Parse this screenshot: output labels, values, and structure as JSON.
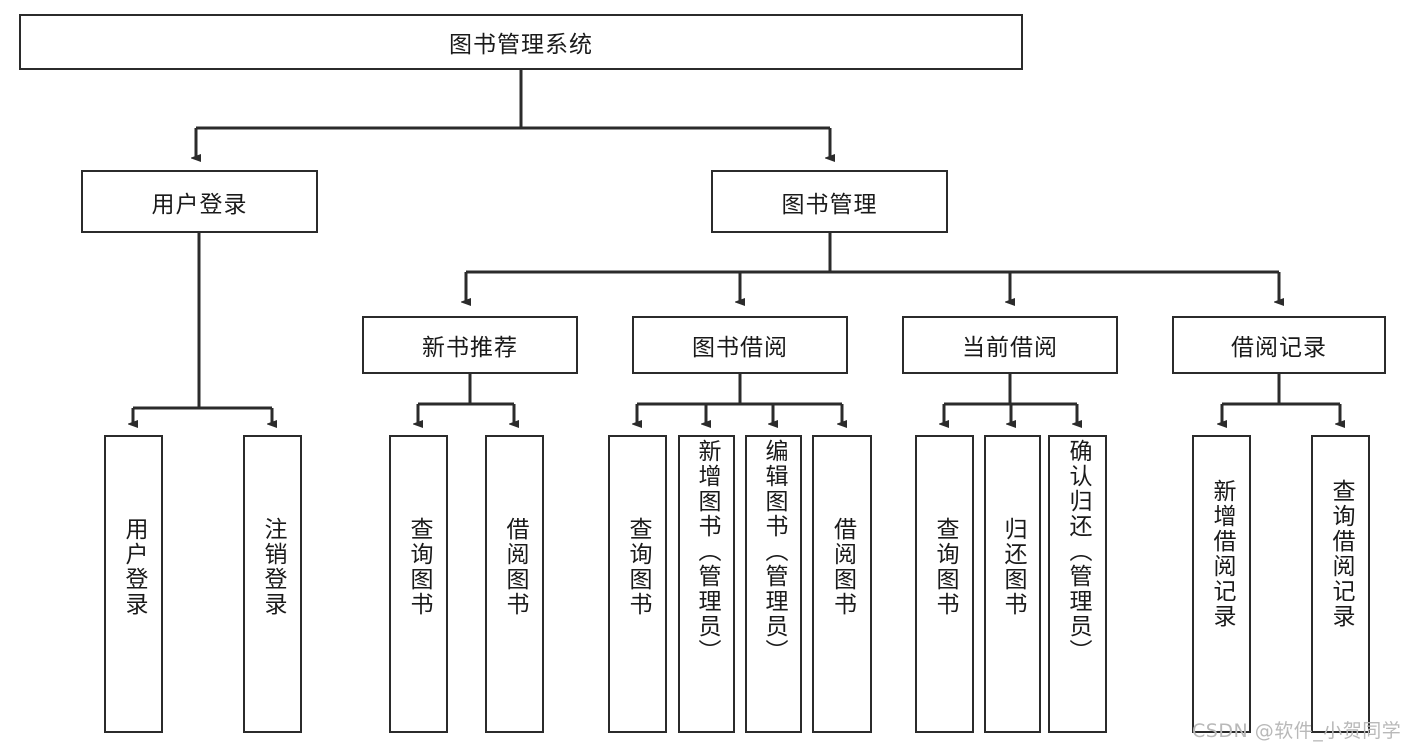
{
  "diagram": {
    "type": "tree-hierarchy",
    "title": "图书管理系统",
    "orientation": "top-down",
    "root": {
      "id": "root",
      "label": "图书管理系统"
    },
    "level2": [
      {
        "id": "user-login",
        "label": "用户登录"
      },
      {
        "id": "book-manage",
        "label": "图书管理"
      }
    ],
    "level3": [
      {
        "id": "new-book-recommend",
        "label": "新书推荐",
        "parent": "book-manage"
      },
      {
        "id": "book-borrow",
        "label": "图书借阅",
        "parent": "book-manage"
      },
      {
        "id": "current-borrow",
        "label": "当前借阅",
        "parent": "book-manage"
      },
      {
        "id": "borrow-record",
        "label": "借阅记录",
        "parent": "book-manage"
      }
    ],
    "leaves": [
      {
        "id": "leaf-user-login",
        "label": "用户登录",
        "parent": "user-login"
      },
      {
        "id": "leaf-user-logout",
        "label": "注销登录",
        "parent": "user-login"
      },
      {
        "id": "leaf-query-book-1",
        "label": "查询图书",
        "parent": "new-book-recommend"
      },
      {
        "id": "leaf-borrow-book-1",
        "label": "借阅图书",
        "parent": "new-book-recommend"
      },
      {
        "id": "leaf-query-book-2",
        "label": "查询图书",
        "parent": "book-borrow"
      },
      {
        "id": "leaf-add-book",
        "label": "新增图书（管理员）",
        "parent": "book-borrow"
      },
      {
        "id": "leaf-edit-book",
        "label": "编辑图书（管理员）",
        "parent": "book-borrow"
      },
      {
        "id": "leaf-borrow-book-2",
        "label": "借阅图书",
        "parent": "book-borrow"
      },
      {
        "id": "leaf-query-book-3",
        "label": "查询图书",
        "parent": "current-borrow"
      },
      {
        "id": "leaf-return-book",
        "label": "归还图书",
        "parent": "current-borrow"
      },
      {
        "id": "leaf-confirm-return",
        "label": "确认归还（管理员）",
        "parent": "current-borrow"
      },
      {
        "id": "leaf-add-record",
        "label": "新增借阅记录",
        "parent": "borrow-record"
      },
      {
        "id": "leaf-query-record",
        "label": "查询借阅记录",
        "parent": "borrow-record"
      }
    ],
    "colors": {
      "box_border": "#2b2b2b",
      "box_fill": "#ffffff",
      "edge": "#2b2b2b",
      "text": "#1a1a1a",
      "watermark": "#b9b9b9",
      "background": "#ffffff"
    }
  },
  "watermark": {
    "text": "CSDN @软件_小贺同学"
  }
}
